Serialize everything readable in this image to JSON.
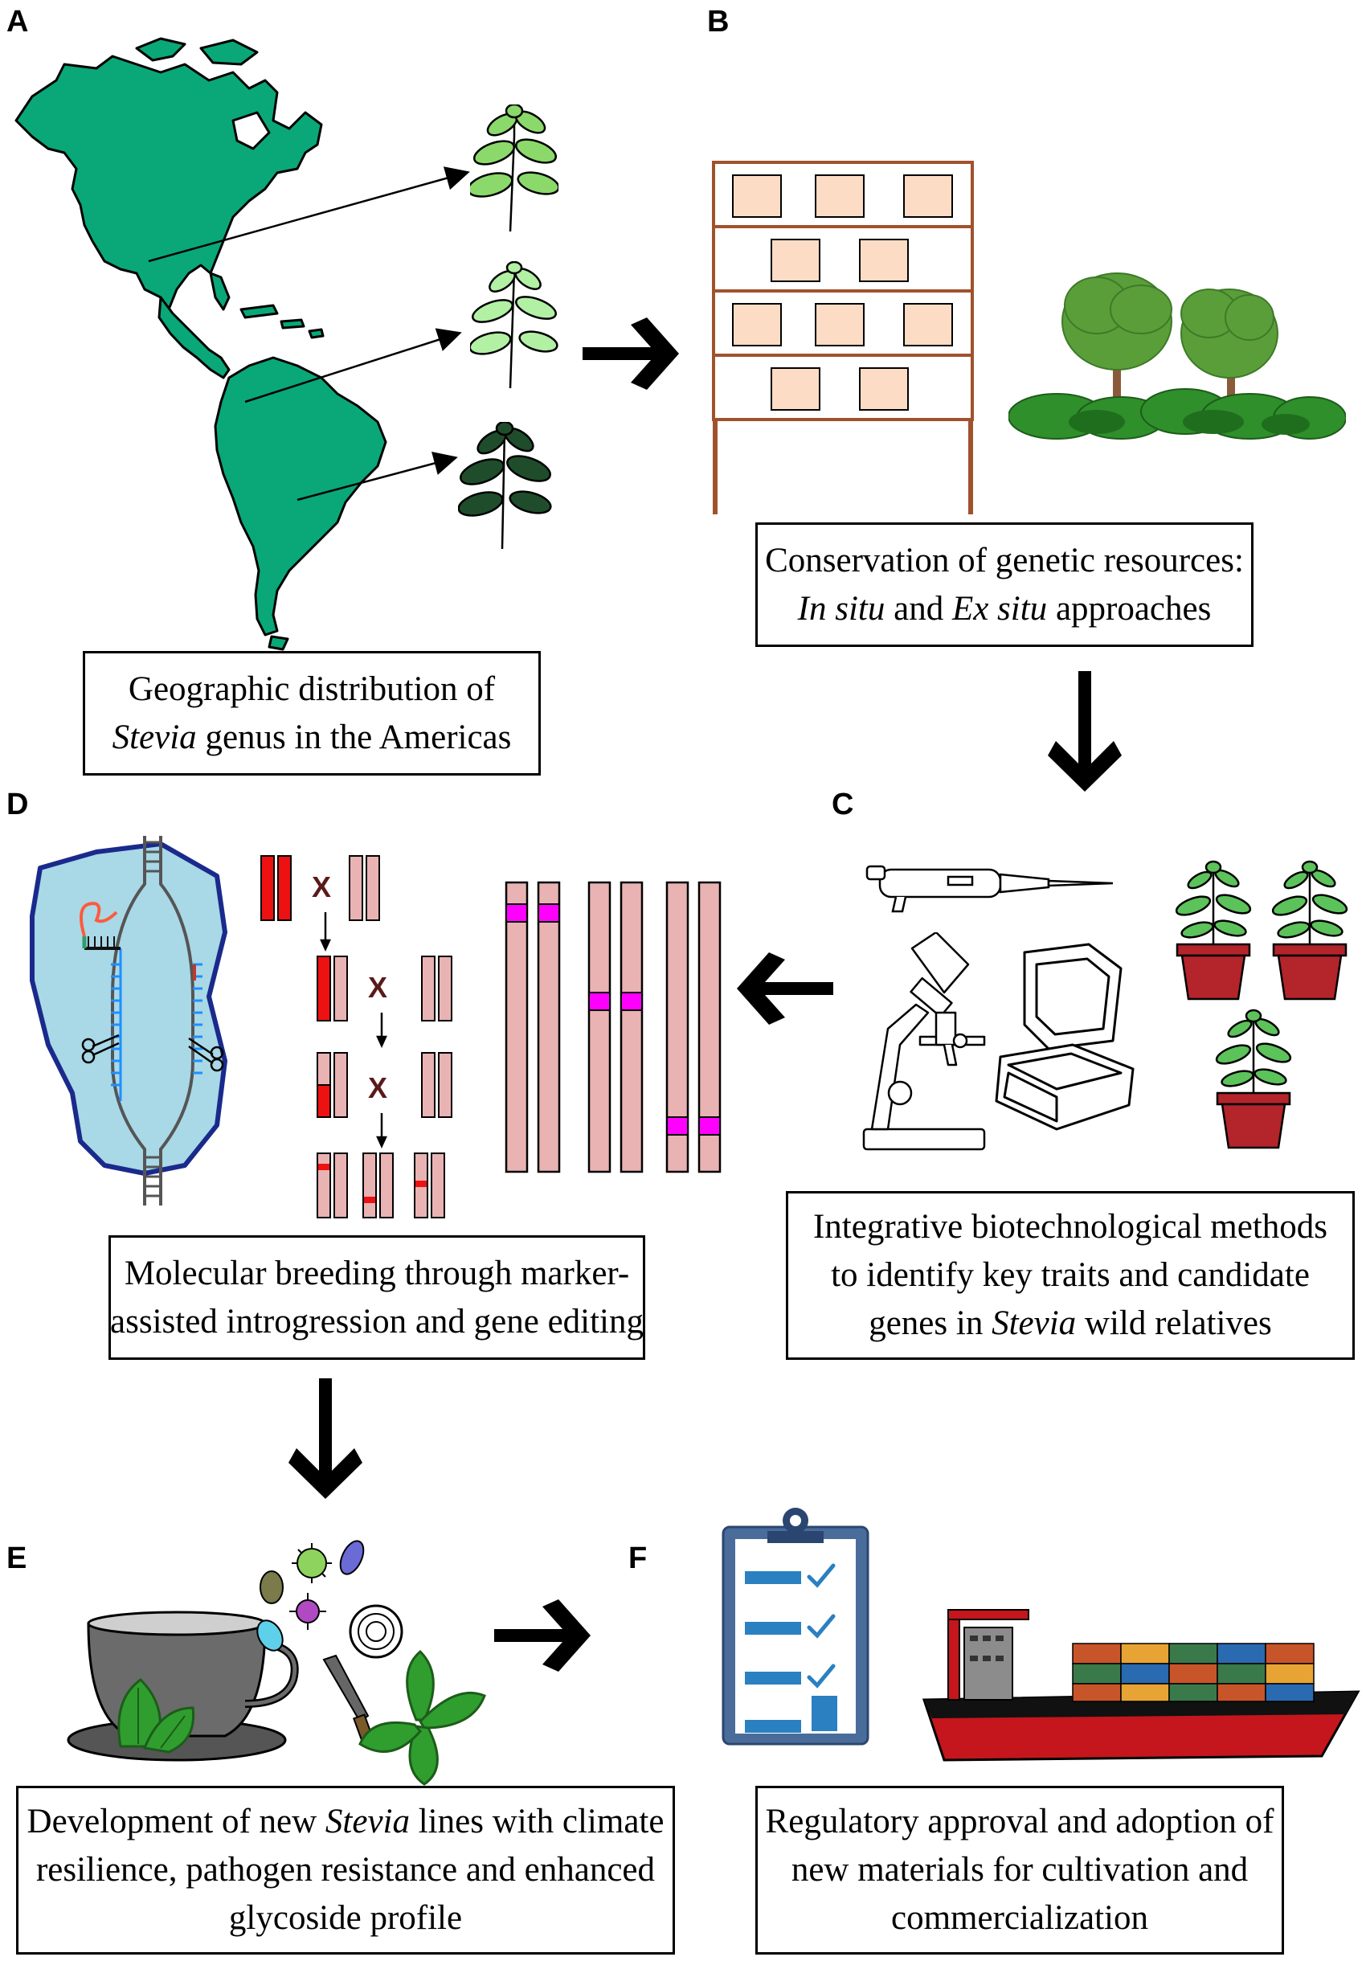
{
  "panels": {
    "A": {
      "letter": "A",
      "caption_line1": "Geographic distribution of",
      "caption_line2_italic": "Stevia",
      "caption_line2_rest": " genus in the Americas"
    },
    "B": {
      "letter": "B",
      "caption_line1": "Conservation of  genetic resources:",
      "caption_line2_italic_a": "In situ",
      "caption_line2_mid": " and ",
      "caption_line2_italic_b": "Ex situ",
      "caption_line2_rest": " approaches"
    },
    "C": {
      "letter": "C",
      "caption_line1": "Integrative biotechnological methods",
      "caption_line2": "to identify key traits and candidate",
      "caption_line3_pre": "genes in ",
      "caption_line3_italic": "Stevia",
      "caption_line3_rest": " wild relatives"
    },
    "D": {
      "letter": "D",
      "caption_line1": "Molecular breeding through marker-",
      "caption_line2": "assisted introgression and gene editing",
      "cross_symbol": "X"
    },
    "E": {
      "letter": "E",
      "caption_line1_pre": "Development  of new ",
      "caption_line1_italic": "Stevia",
      "caption_line1_rest": " lines with climate",
      "caption_line2": "resilience, pathogen resistance and enhanced",
      "caption_line3": "glycoside profile"
    },
    "F": {
      "letter": "F",
      "caption_line1": "Regulatory approval and adoption of",
      "caption_line2": "new materials for cultivation and",
      "caption_line3": "commercialization"
    }
  },
  "colors": {
    "map_green": "#0aa779",
    "plant_light": "#8bd96a",
    "plant_mid": "#5cc25a",
    "plant_dark": "#1f4d2b",
    "shelf_brown": "#a0522d",
    "shelf_box": "#fcdcc4",
    "chromosome_pink": "#e9b3b3",
    "chromosome_red": "#ee1111",
    "marker_magenta": "#ff00ff",
    "pot_red": "#b3242b",
    "cell_blue": "#a9d8e6",
    "cell_border": "#1a2a8c",
    "clipboard_blue": "#2a80c0",
    "ship_red": "#c4161c"
  },
  "icons": [
    "americas-map-icon",
    "stevia-plant-icon",
    "seed-bank-shelf-icon",
    "forest-trees-icon",
    "pipette-icon",
    "microscope-icon",
    "thermocycler-icon",
    "potted-plant-icon",
    "crispr-cas-icon",
    "chromosome-icon",
    "tea-cup-icon",
    "pathogen-icon",
    "checklist-clipboard-icon",
    "cargo-ship-icon"
  ]
}
